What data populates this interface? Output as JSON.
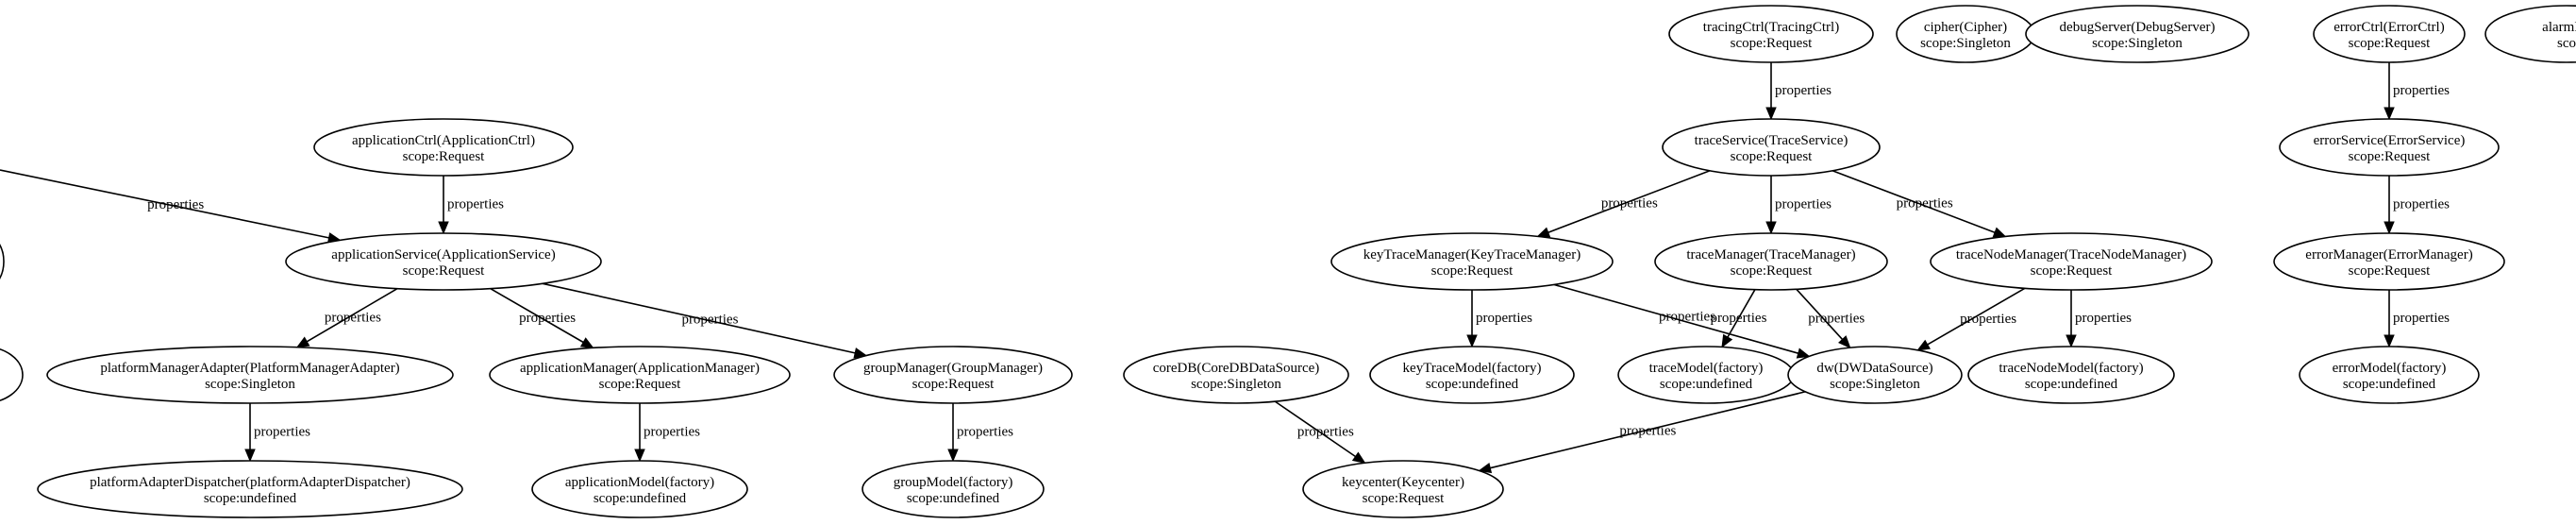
{
  "diagram": {
    "nodes": [
      {
        "id": "tracingCtrl",
        "label": "tracingCtrl(TracingCtrl)",
        "scope": "scope:Request"
      },
      {
        "id": "cipher",
        "label": "cipher(Cipher)",
        "scope": "scope:Singleton"
      },
      {
        "id": "debugServer",
        "label": "debugServer(DebugServer)",
        "scope": "scope:Singleton"
      },
      {
        "id": "errorCtrl",
        "label": "errorCtrl(ErrorCtrl)",
        "scope": "scope:Request"
      },
      {
        "id": "alarmRu",
        "label": "alarmRu",
        "scope": "sco"
      },
      {
        "id": "applicationCtrl",
        "label": "applicationCtrl(ApplicationCtrl)",
        "scope": "scope:Request"
      },
      {
        "id": "traceService",
        "label": "traceService(TraceService)",
        "scope": "scope:Request"
      },
      {
        "id": "errorService",
        "label": "errorService(ErrorService)",
        "scope": "scope:Request"
      },
      {
        "id": "applicationService",
        "label": "applicationService(ApplicationService)",
        "scope": "scope:Request"
      },
      {
        "id": "keyTraceManager",
        "label": "keyTraceManager(KeyTraceManager)",
        "scope": "scope:Request"
      },
      {
        "id": "traceManager",
        "label": "traceManager(TraceManager)",
        "scope": "scope:Request"
      },
      {
        "id": "traceNodeManager",
        "label": "traceNodeManager(TraceNodeManager)",
        "scope": "scope:Request"
      },
      {
        "id": "errorManager",
        "label": "errorManager(ErrorManager)",
        "scope": "scope:Request"
      },
      {
        "id": "platformManagerAdapter",
        "label": "platformManagerAdapter(PlatformManagerAdapter)",
        "scope": "scope:Singleton"
      },
      {
        "id": "applicationManager",
        "label": "applicationManager(ApplicationManager)",
        "scope": "scope:Request"
      },
      {
        "id": "groupManager",
        "label": "groupManager(GroupManager)",
        "scope": "scope:Request"
      },
      {
        "id": "coreDB",
        "label": "coreDB(CoreDBDataSource)",
        "scope": "scope:Singleton"
      },
      {
        "id": "keyTraceModel",
        "label": "keyTraceModel(factory)",
        "scope": "scope:undefined"
      },
      {
        "id": "traceModel",
        "label": "traceModel(factory)",
        "scope": "scope:undefined"
      },
      {
        "id": "dw",
        "label": "dw(DWDataSource)",
        "scope": "scope:Singleton"
      },
      {
        "id": "traceNodeModel",
        "label": "traceNodeModel(factory)",
        "scope": "scope:undefined"
      },
      {
        "id": "errorModel",
        "label": "errorModel(factory)",
        "scope": "scope:undefined"
      },
      {
        "id": "platformAdapterDispatcher",
        "label": "platformAdapterDispatcher(platformAdapterDispatcher)",
        "scope": "scope:undefined"
      },
      {
        "id": "applicationModel",
        "label": "applicationModel(factory)",
        "scope": "scope:undefined"
      },
      {
        "id": "groupModel",
        "label": "groupModel(factory)",
        "scope": "scope:undefined"
      },
      {
        "id": "keycenter",
        "label": "keycenter(Keycenter)",
        "scope": "scope:Request"
      }
    ],
    "edges": [
      {
        "from": "offscreen",
        "to": "applicationService",
        "label": "properties"
      },
      {
        "from": "applicationCtrl",
        "to": "applicationService",
        "label": "properties"
      },
      {
        "from": "applicationService",
        "to": "platformManagerAdapter",
        "label": "properties"
      },
      {
        "from": "applicationService",
        "to": "applicationManager",
        "label": "properties"
      },
      {
        "from": "applicationService",
        "to": "groupManager",
        "label": "properties"
      },
      {
        "from": "platformManagerAdapter",
        "to": "platformAdapterDispatcher",
        "label": "properties"
      },
      {
        "from": "applicationManager",
        "to": "applicationModel",
        "label": "properties"
      },
      {
        "from": "groupManager",
        "to": "groupModel",
        "label": "properties"
      },
      {
        "from": "tracingCtrl",
        "to": "traceService",
        "label": "properties"
      },
      {
        "from": "traceService",
        "to": "keyTraceManager",
        "label": "properties"
      },
      {
        "from": "traceService",
        "to": "traceManager",
        "label": "properties"
      },
      {
        "from": "traceService",
        "to": "traceNodeManager",
        "label": "properties"
      },
      {
        "from": "keyTraceManager",
        "to": "keyTraceModel",
        "label": "properties"
      },
      {
        "from": "keyTraceManager",
        "to": "dw",
        "label": "properties"
      },
      {
        "from": "traceManager",
        "to": "traceModel",
        "label": "properties"
      },
      {
        "from": "traceManager",
        "to": "dw",
        "label": "properties"
      },
      {
        "from": "traceNodeManager",
        "to": "dw",
        "label": "properties"
      },
      {
        "from": "traceNodeManager",
        "to": "traceNodeModel",
        "label": "properties"
      },
      {
        "from": "coreDB",
        "to": "keycenter",
        "label": "properties"
      },
      {
        "from": "dw",
        "to": "keycenter",
        "label": "properties"
      },
      {
        "from": "errorCtrl",
        "to": "errorService",
        "label": "properties"
      },
      {
        "from": "errorService",
        "to": "errorManager",
        "label": "properties"
      },
      {
        "from": "errorManager",
        "to": "errorModel",
        "label": "properties"
      }
    ]
  }
}
